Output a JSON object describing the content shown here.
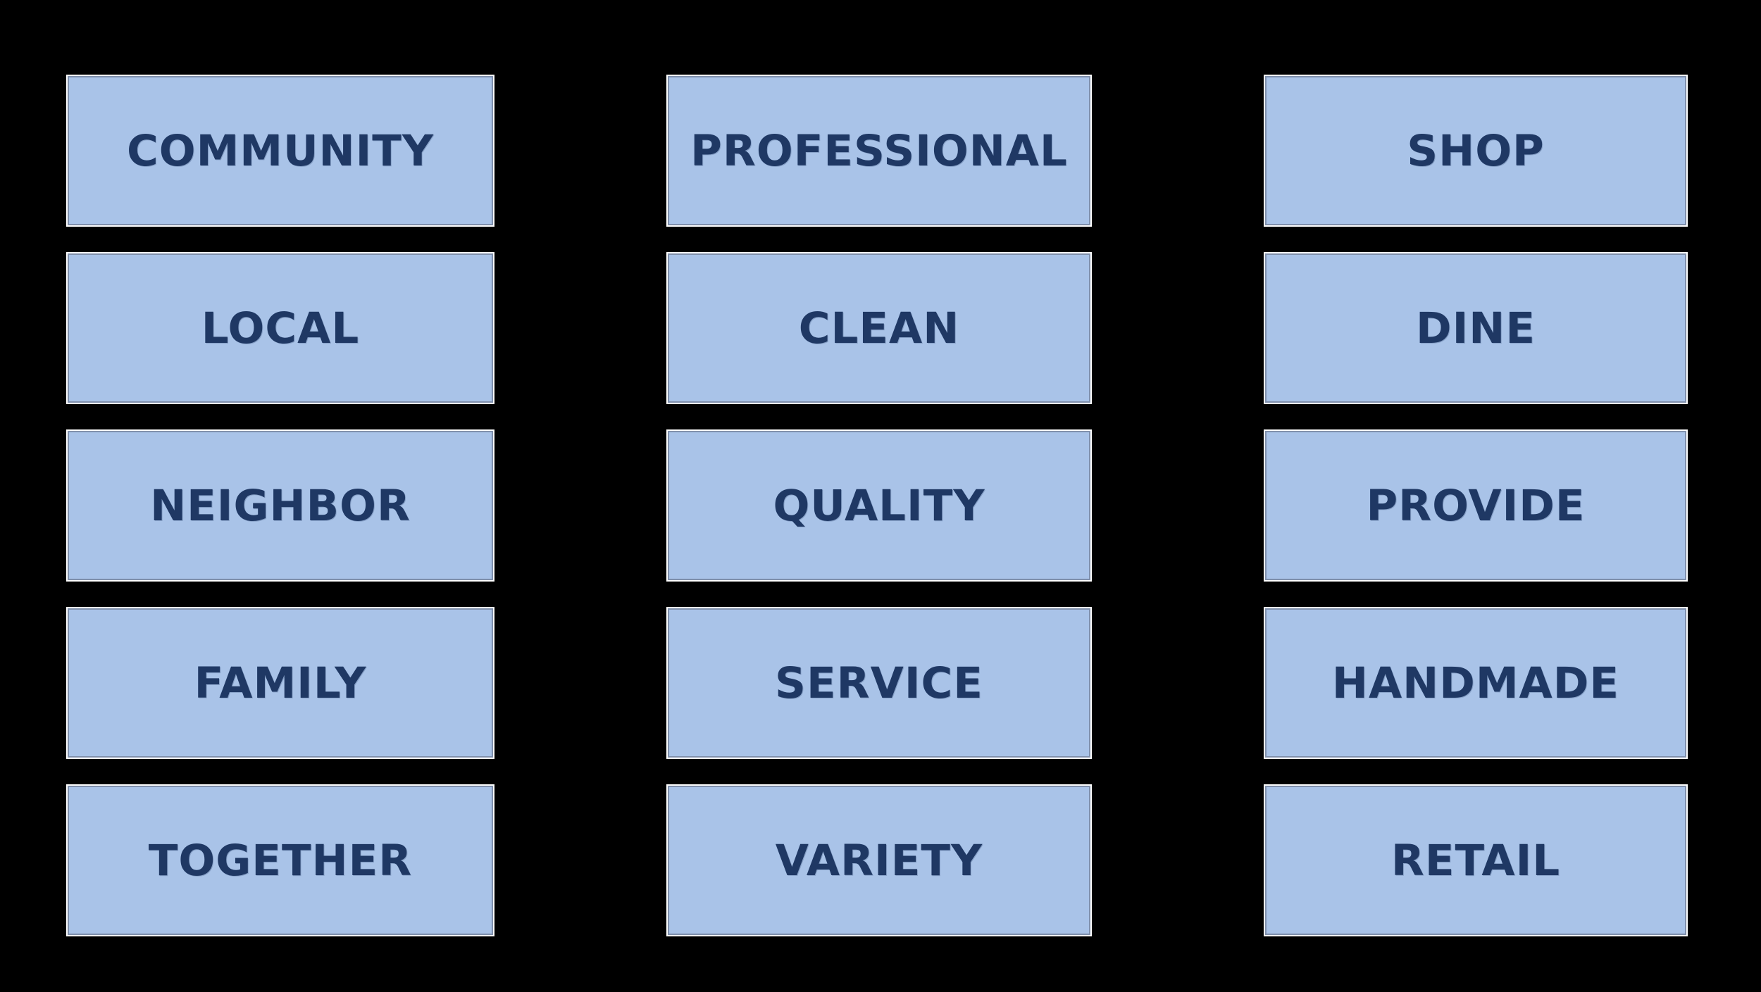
{
  "slide": {
    "description": "Grid of value keywords on black background",
    "columns": [
      {
        "id": "community-words",
        "items": [
          "COMMUNITY",
          "LOCAL",
          "NEIGHBOR",
          "FAMILY",
          "TOGETHER"
        ]
      },
      {
        "id": "service-words",
        "items": [
          "PROFESSIONAL",
          "CLEAN",
          "QUALITY",
          "SERVICE",
          "VARIETY"
        ]
      },
      {
        "id": "commerce-words",
        "items": [
          "SHOP",
          "DINE",
          "PROVIDE",
          "HANDMADE",
          "RETAIL"
        ]
      }
    ]
  },
  "colors": {
    "background": "#000000",
    "card_fill": "#A9C3E8",
    "card_text": "#1F3864",
    "card_border": "#8090AC",
    "card_outline": "#FFFFFF"
  }
}
